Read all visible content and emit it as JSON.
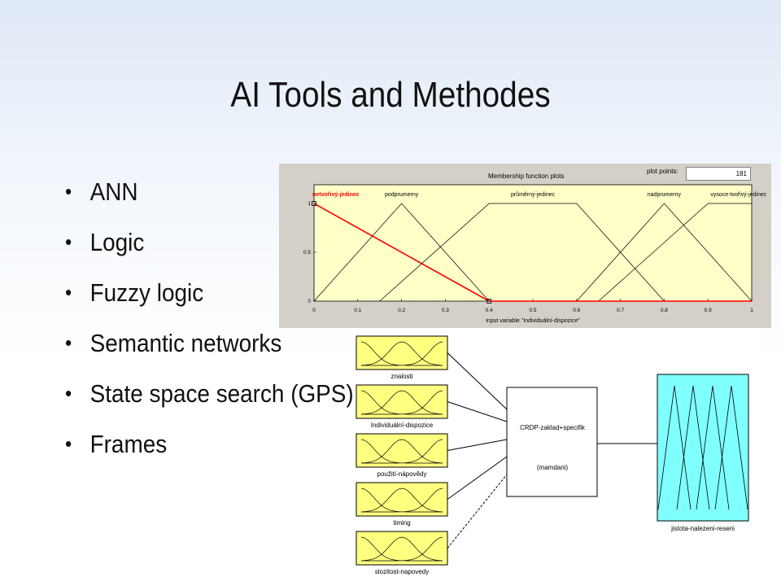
{
  "slide": {
    "title": "AI Tools and Methodes",
    "bullets": [
      "ANN",
      "Logic",
      "Fuzzy logic",
      "Semantic networks",
      "State space search (GPS)",
      "Frames"
    ]
  },
  "mf_plot": {
    "panel_title": "Membership function plots",
    "plot_points_label": "plot points:",
    "plot_points_value": "181",
    "xlabel": "input variable \"Individuální-dispozice\"",
    "mf_labels": [
      "netvořivý-jedinec",
      "podprumerny",
      "průměrný-jedinec",
      "nadprumerny",
      "vysoce-tvořivý-jedinec"
    ],
    "y_ticks": [
      "1",
      "0.5",
      "0"
    ],
    "x_ticks": [
      "0",
      "0.1",
      "0.2",
      "0.3",
      "0.4",
      "0.5",
      "0.6",
      "0.7",
      "0.8",
      "0.9",
      "1"
    ],
    "colors": {
      "plot_bg": "#ffffc8",
      "selected_mf": "#ff0000",
      "mf": "#000000"
    }
  },
  "chart_data": {
    "type": "line",
    "xlabel": "input variable \"Individuální-dispozice\"",
    "ylabel": "",
    "xlim": [
      0,
      1
    ],
    "ylim": [
      0,
      1
    ],
    "series": [
      {
        "name": "netvořivý-jedinec",
        "x": [
          0,
          0.4
        ],
        "y": [
          1,
          0
        ]
      },
      {
        "name": "podprumerny",
        "x": [
          0,
          0.2,
          0.4
        ],
        "y": [
          0,
          1,
          0
        ]
      },
      {
        "name": "průměrný-jedinec",
        "x": [
          0.15,
          0.4,
          0.6,
          0.8
        ],
        "y": [
          0,
          1,
          1,
          0
        ]
      },
      {
        "name": "nadprumerny",
        "x": [
          0.6,
          0.8,
          1
        ],
        "y": [
          0,
          1,
          0
        ]
      },
      {
        "name": "vysoce-tvořivý-jedinec",
        "x": [
          0.65,
          0.9,
          1
        ],
        "y": [
          0,
          1,
          1
        ]
      }
    ]
  },
  "fis": {
    "inputs": [
      "znalosti",
      "Individuální-dispozice",
      "použití-nápovědy",
      "timing",
      "slozitost-napovedy"
    ],
    "system_name": "CRDP-zaklad+specifik",
    "system_type": "(mamdani)",
    "output": "jistota-nalezeni-reseni",
    "colors": {
      "input_box": "#ffff80",
      "output_box": "#80ffff"
    }
  }
}
